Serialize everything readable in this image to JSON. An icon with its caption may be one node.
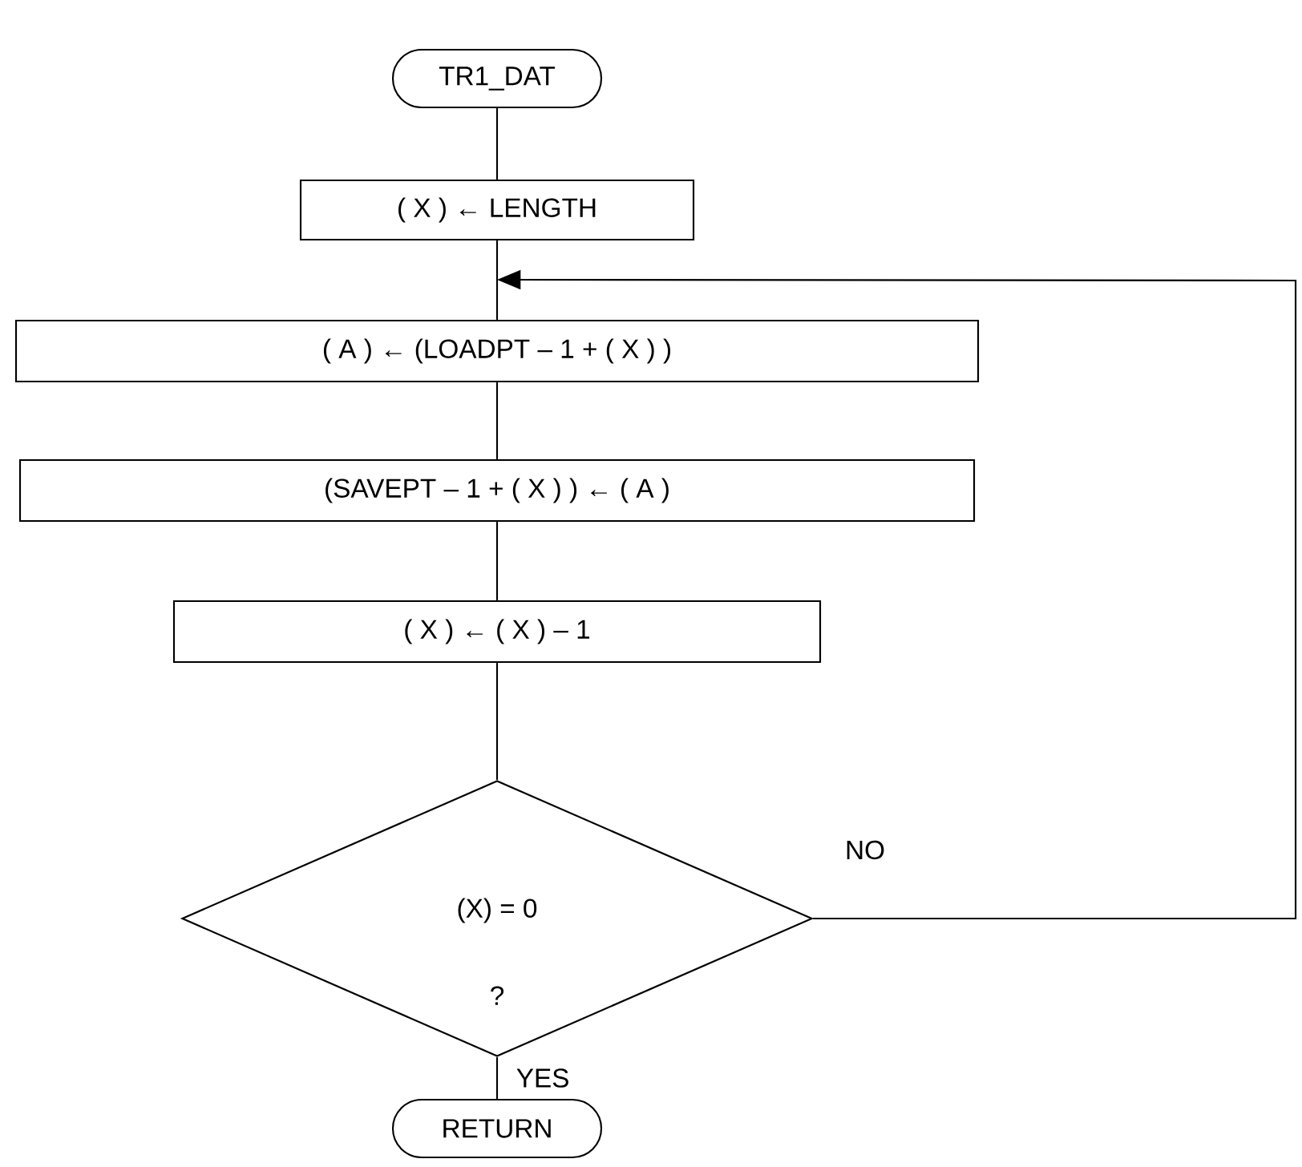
{
  "diagram": {
    "nodes": [
      {
        "text": [
          "TR1_DAT"
        ]
      },
      {
        "text": [
          "( X ) ← LENGTH"
        ]
      },
      {
        "text": [
          "( A ) ← (LOADPT – 1 + ( X ) )"
        ]
      },
      {
        "text": [
          "(SAVEPT – 1 + ( X ) ) ← ( A )"
        ]
      },
      {
        "text": [
          "( X ) ← ( X ) – 1"
        ]
      },
      {
        "text": [
          "(X) = 0",
          "?"
        ]
      },
      {
        "text": [
          "RETURN"
        ]
      }
    ],
    "edges": [
      {
        "from": 0,
        "to": 1,
        "arrow": "none"
      },
      {
        "from": 1,
        "to": 2,
        "arrow": "none"
      },
      {
        "from": 2,
        "to": 3,
        "arrow": "none"
      },
      {
        "from": 3,
        "to": 4,
        "arrow": "none"
      },
      {
        "from": 4,
        "to": 5,
        "arrow": "none"
      },
      {
        "from": 5,
        "to": 6,
        "arrow": "none",
        "label": "YES"
      },
      {
        "from": 5,
        "to": 2,
        "arrow": "to",
        "label": "NO"
      }
    ]
  }
}
